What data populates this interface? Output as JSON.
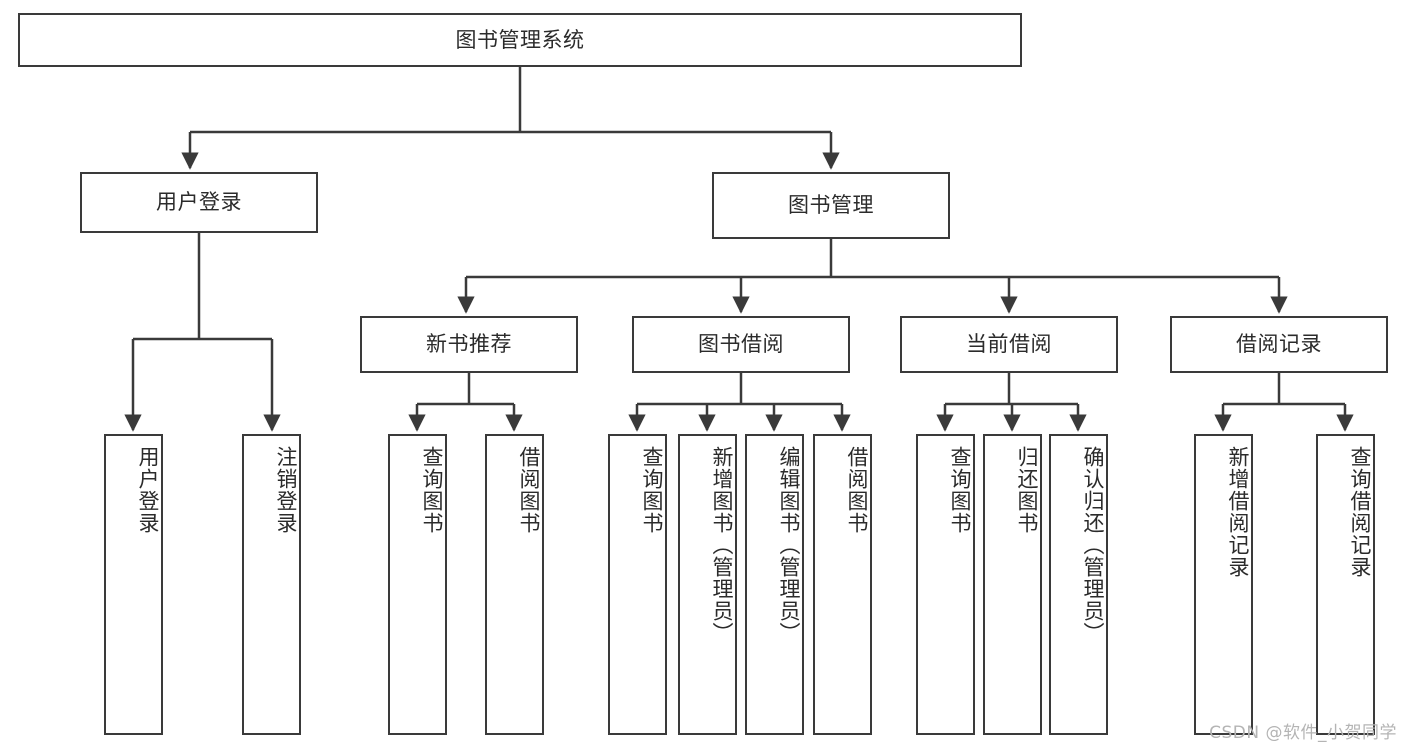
{
  "diagram": {
    "type": "tree-hierarchy",
    "title": "图书管理系统",
    "watermark": "CSDN @软件_小贺同学",
    "colors": {
      "box_border": "#3a3a3a",
      "box_fill": "#ffffff",
      "edge": "#3a3a3a",
      "text": "#2b2b2b",
      "watermark": "#b4b4b4",
      "canvas": "#ffffff"
    },
    "nodes": {
      "root": {
        "label": "图书管理系统",
        "level": 0,
        "orientation": "horizontal"
      },
      "user_login": {
        "label": "用户登录",
        "level": 1,
        "orientation": "horizontal"
      },
      "book_manage": {
        "label": "图书管理",
        "level": 1,
        "orientation": "horizontal"
      },
      "new_book_rec": {
        "label": "新书推荐",
        "level": 2,
        "orientation": "horizontal"
      },
      "book_borrow": {
        "label": "图书借阅",
        "level": 2,
        "orientation": "horizontal"
      },
      "current_borrow": {
        "label": "当前借阅",
        "level": 2,
        "orientation": "horizontal"
      },
      "borrow_record": {
        "label": "借阅记录",
        "level": 2,
        "orientation": "horizontal"
      },
      "leaf_user_login": {
        "label": "用户登录",
        "level": 3,
        "orientation": "vertical"
      },
      "leaf_logout": {
        "label": "注销登录",
        "level": 3,
        "orientation": "vertical"
      },
      "leaf_query_book_1": {
        "label": "查询图书",
        "level": 3,
        "orientation": "vertical"
      },
      "leaf_borrow_book_1": {
        "label": "借阅图书",
        "level": 3,
        "orientation": "vertical"
      },
      "leaf_query_book_2": {
        "label": "查询图书",
        "level": 3,
        "orientation": "vertical"
      },
      "leaf_add_book": {
        "label": "新增图书（管理员）",
        "level": 3,
        "orientation": "vertical"
      },
      "leaf_edit_book": {
        "label": "编辑图书（管理员）",
        "level": 3,
        "orientation": "vertical"
      },
      "leaf_borrow_book_2": {
        "label": "借阅图书",
        "level": 3,
        "orientation": "vertical"
      },
      "leaf_query_book_3": {
        "label": "查询图书",
        "level": 3,
        "orientation": "vertical"
      },
      "leaf_return_book": {
        "label": "归还图书",
        "level": 3,
        "orientation": "vertical"
      },
      "leaf_confirm_return": {
        "label": "确认归还（管理员）",
        "level": 3,
        "orientation": "vertical"
      },
      "leaf_add_record": {
        "label": "新增借阅记录",
        "level": 3,
        "orientation": "vertical"
      },
      "leaf_query_record": {
        "label": "查询借阅记录",
        "level": 3,
        "orientation": "vertical"
      }
    },
    "edges": [
      {
        "from": "root",
        "to": "user_login"
      },
      {
        "from": "root",
        "to": "book_manage"
      },
      {
        "from": "user_login",
        "to": "leaf_user_login"
      },
      {
        "from": "user_login",
        "to": "leaf_logout"
      },
      {
        "from": "book_manage",
        "to": "new_book_rec"
      },
      {
        "from": "book_manage",
        "to": "book_borrow"
      },
      {
        "from": "book_manage",
        "to": "current_borrow"
      },
      {
        "from": "book_manage",
        "to": "borrow_record"
      },
      {
        "from": "new_book_rec",
        "to": "leaf_query_book_1"
      },
      {
        "from": "new_book_rec",
        "to": "leaf_borrow_book_1"
      },
      {
        "from": "book_borrow",
        "to": "leaf_query_book_2"
      },
      {
        "from": "book_borrow",
        "to": "leaf_add_book"
      },
      {
        "from": "book_borrow",
        "to": "leaf_edit_book"
      },
      {
        "from": "book_borrow",
        "to": "leaf_borrow_book_2"
      },
      {
        "from": "current_borrow",
        "to": "leaf_query_book_3"
      },
      {
        "from": "current_borrow",
        "to": "leaf_return_book"
      },
      {
        "from": "current_borrow",
        "to": "leaf_confirm_return"
      },
      {
        "from": "borrow_record",
        "to": "leaf_add_record"
      },
      {
        "from": "borrow_record",
        "to": "leaf_query_record"
      }
    ]
  }
}
